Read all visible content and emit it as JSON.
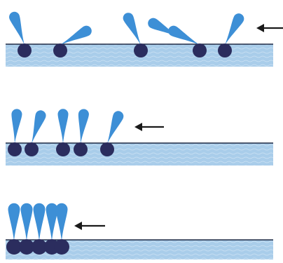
{
  "colors": {
    "background": "#ffffff",
    "water_fill": "#a9cdea",
    "water_wave": "#c6def2",
    "water_surface_line": "#1f2a44",
    "molecule_tail": "#3d8fd6",
    "molecule_head": "#2b2d5e",
    "arrow": "#1a1a1a"
  },
  "panels": [
    {
      "stage": "sparse-gas-phase",
      "molecule_count": 6,
      "compression_arrow": "pointing-left"
    },
    {
      "stage": "partially-compressed",
      "molecule_count": 5,
      "compression_arrow": "pointing-left"
    },
    {
      "stage": "condensed-monolayer",
      "molecule_count": 5,
      "compression_arrow": "pointing-left"
    }
  ]
}
